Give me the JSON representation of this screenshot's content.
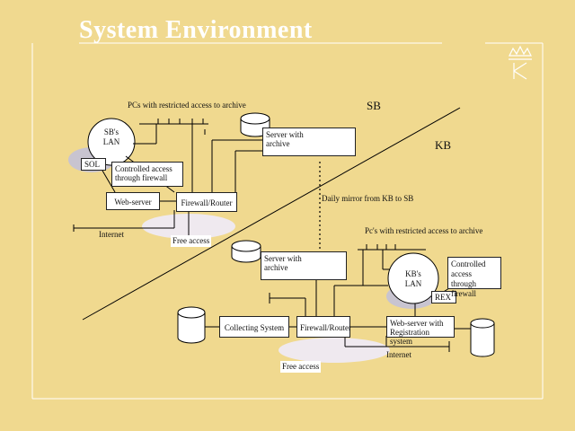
{
  "title": "System Environment",
  "labels": {
    "sb": "SB",
    "kb": "KB",
    "sb_pcs": "PCs with restricted access to archive",
    "kb_pcs": "Pc's with restricted access to archive",
    "mirror": "Daily mirror from KB to SB",
    "sb_internet": "Internet",
    "kb_internet": "Internet",
    "sb_free": "Free access",
    "kb_free": "Free access"
  },
  "sb": {
    "lan_line1": "SB's",
    "lan_line2": "LAN",
    "sol": "SOL",
    "controlled_line1": "Controlled access",
    "controlled_line2": "through firewall",
    "server_line1": "Server  with",
    "server_line2": "archive",
    "webserver": "Web-server",
    "firewall": "Firewall/Router"
  },
  "kb": {
    "lan_line1": "KB's",
    "lan_line2": "LAN",
    "rex": "REX",
    "controlled_line1": "Controlled",
    "controlled_line2": "access",
    "controlled_line3": "through firewall",
    "server_line1": "Server  with",
    "server_line2": "archive",
    "collecting": "Collecting System",
    "firewall": "Firewall/Router",
    "webserver_line1": "Web-server with",
    "webserver_line2": "Registration system"
  },
  "logo_icon": "crown-k-logo-icon",
  "colors": {
    "background": "#f0d98f",
    "title": "#ffffff",
    "ellipse": "#c8c4d0"
  }
}
